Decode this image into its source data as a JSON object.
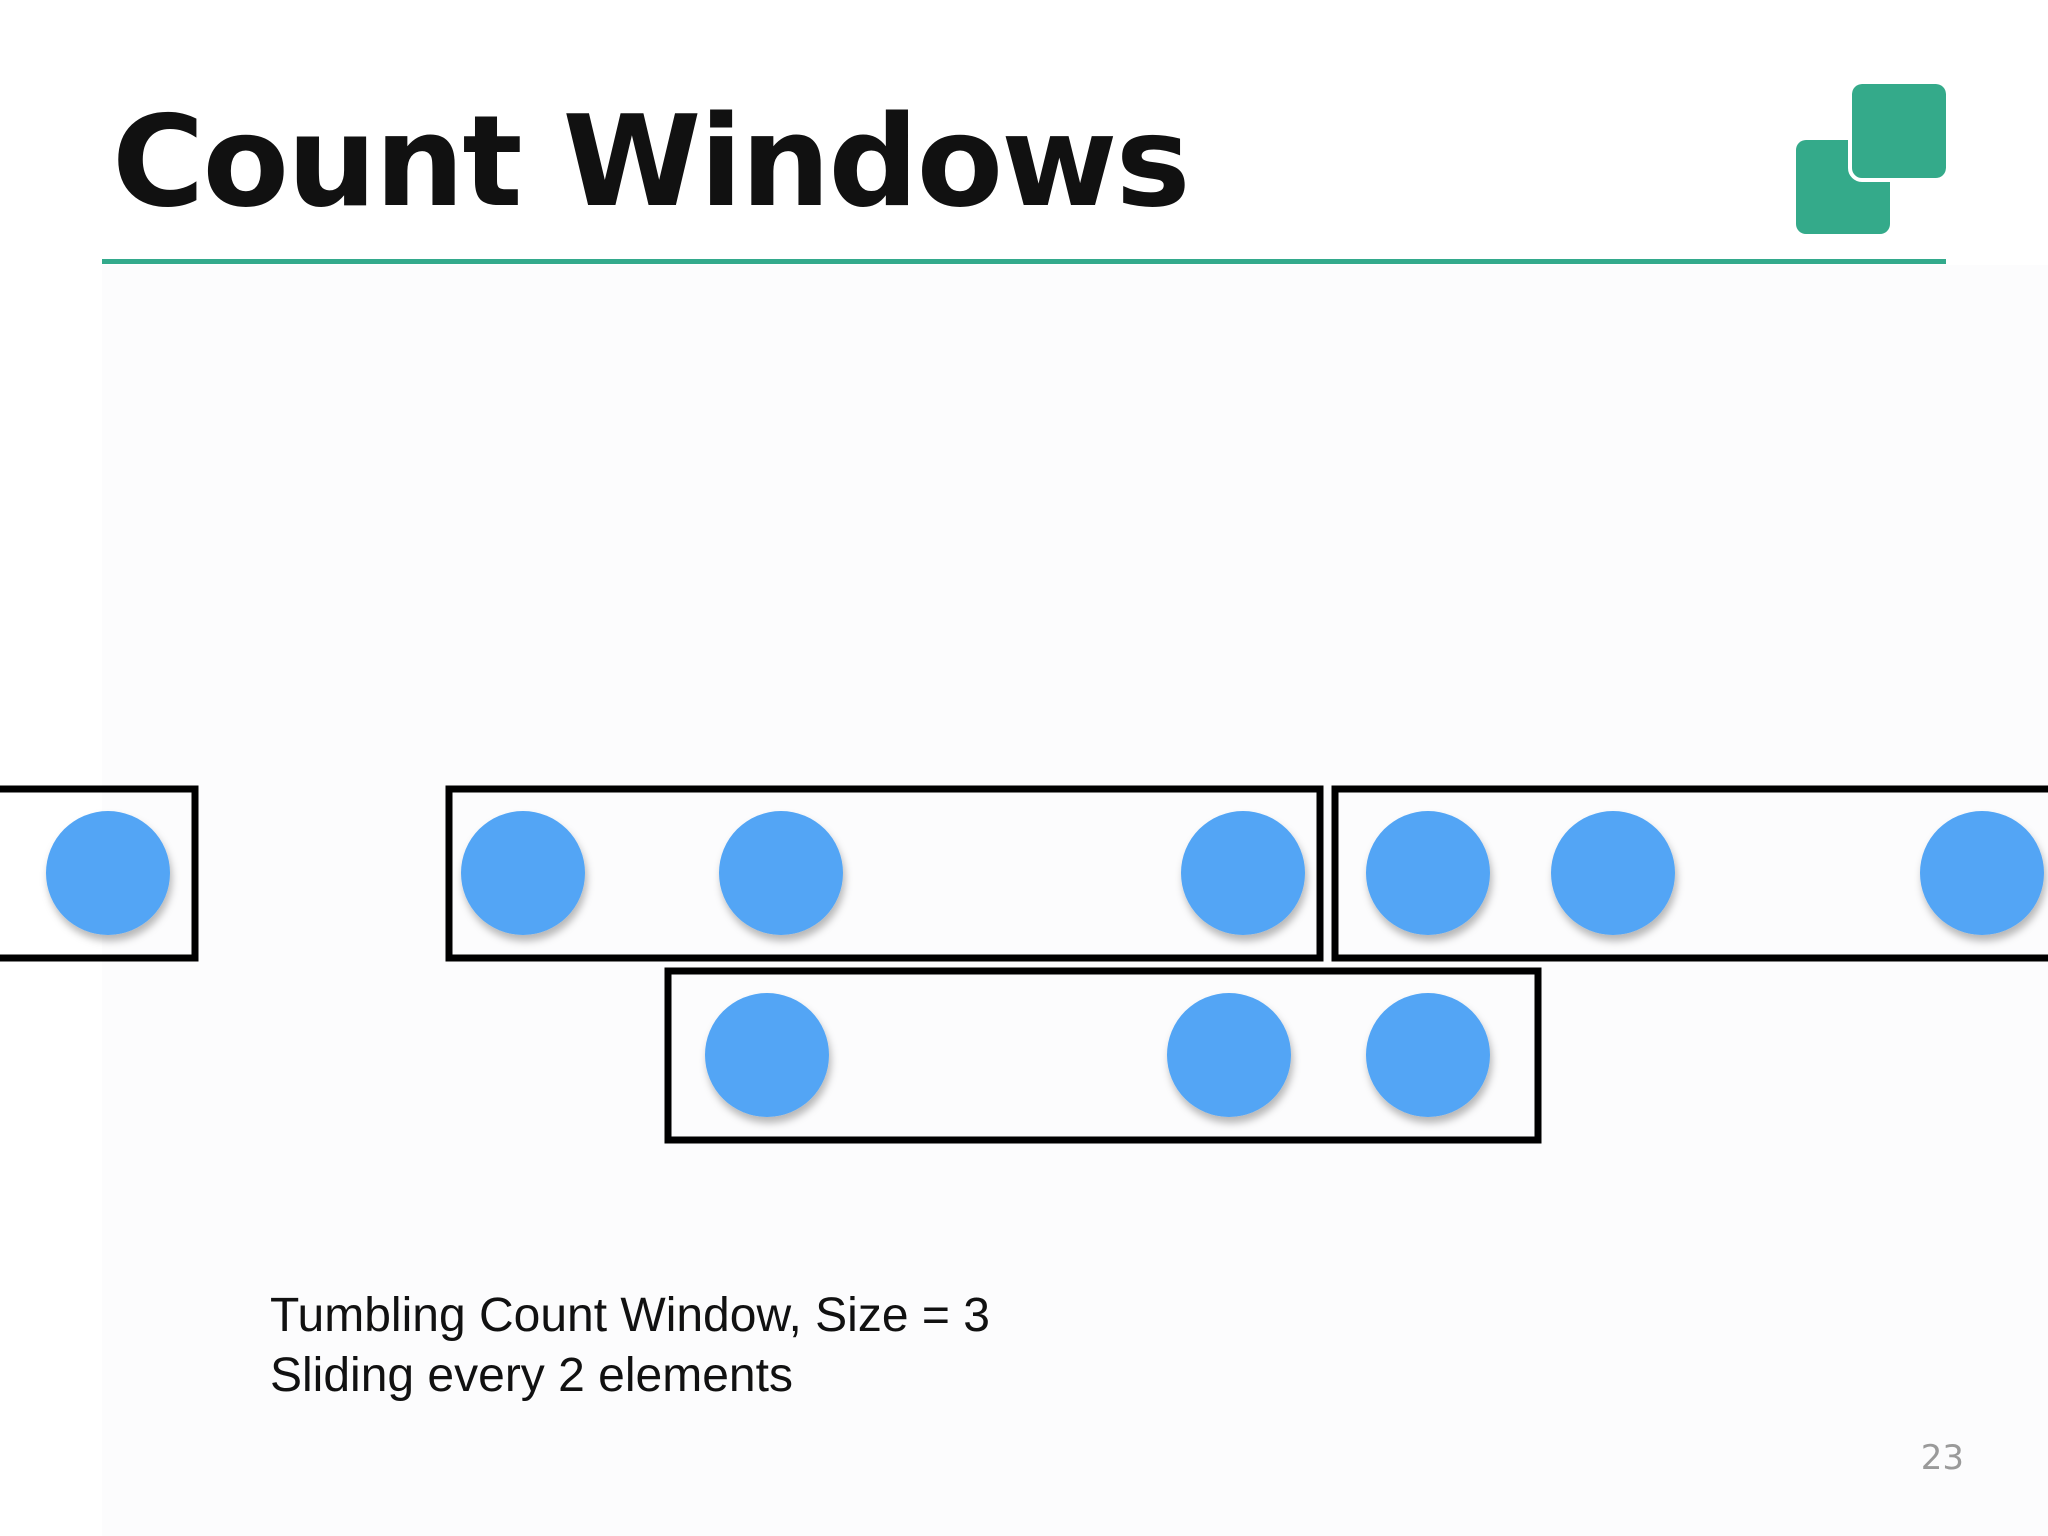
{
  "slide": {
    "title": "Count Windows",
    "caption_line1": "Tumbling Count Window, Size = 3",
    "caption_line2": "Sliding every 2 elements",
    "page_number": "23",
    "colors": {
      "accent": "#33aa8c",
      "element": "#52a5f5",
      "window_border": "#000000",
      "title_text": "#111111",
      "page_number": "#9a9a9a"
    },
    "logo_icon": "two-overlapping-squares-icon"
  }
}
